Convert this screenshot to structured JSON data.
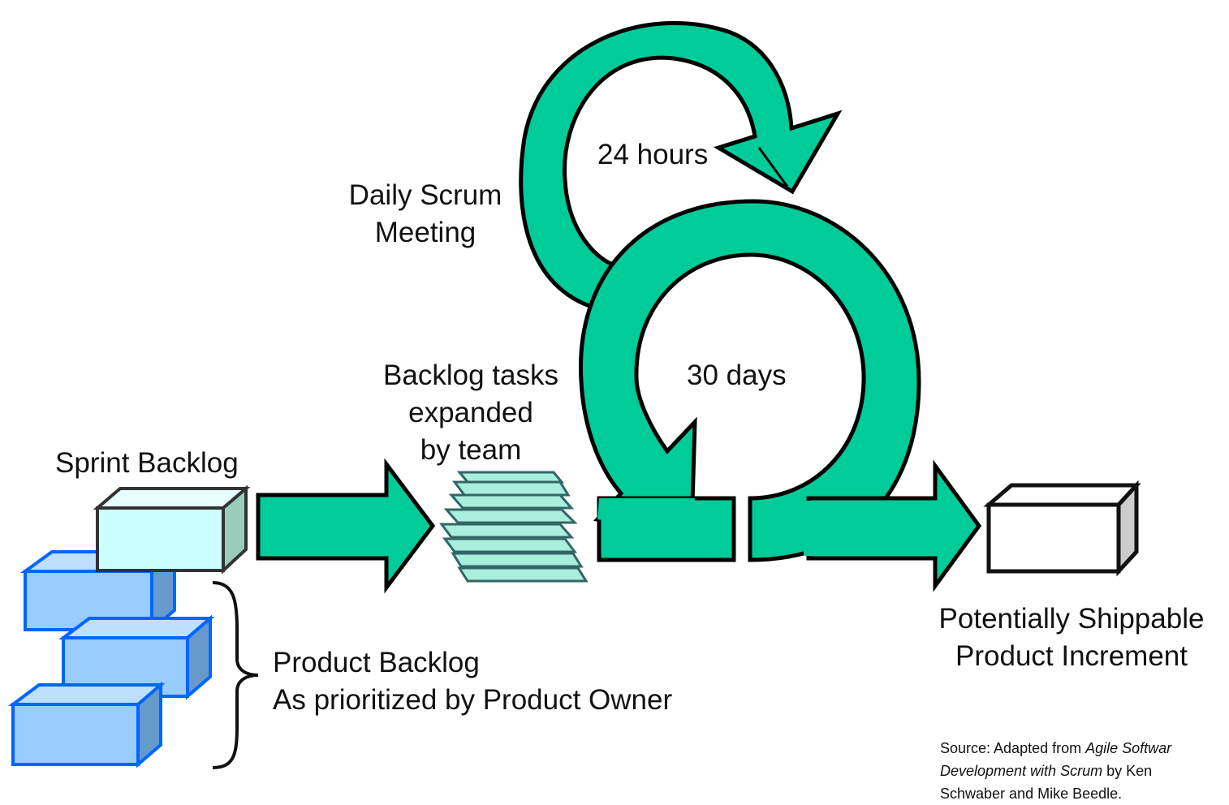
{
  "labels": {
    "daily_scrum_line1": "Daily Scrum",
    "daily_scrum_line2": "Meeting",
    "hours": "24 hours",
    "days": "30 days",
    "backlog_tasks_line1": "Backlog tasks",
    "backlog_tasks_line2": "expanded",
    "backlog_tasks_line3": "by team",
    "sprint_backlog": "Sprint Backlog",
    "product_backlog_line1": "Product Backlog",
    "product_backlog_line2": "As prioritized by Product Owner",
    "increment_line1": "Potentially Shippable",
    "increment_line2": "Product Increment"
  },
  "source": {
    "prefix": "Source: Adapted from ",
    "title_part1": "Agile Softwar",
    "title_part2": "Development with Scrum",
    "by": " by Ken",
    "authors": "Schwaber and Mike Beedle."
  },
  "colors": {
    "arrow_green": "#00cc99",
    "outline": "#000000",
    "sprint_box_face": "#ccffff",
    "sprint_box_side": "#99ccbb",
    "product_box_face": "#99ccff",
    "product_box_side": "#6699cc",
    "product_box_edge": "#0066ff",
    "task_face": "#aaeedd",
    "task_edge": "#336666"
  }
}
